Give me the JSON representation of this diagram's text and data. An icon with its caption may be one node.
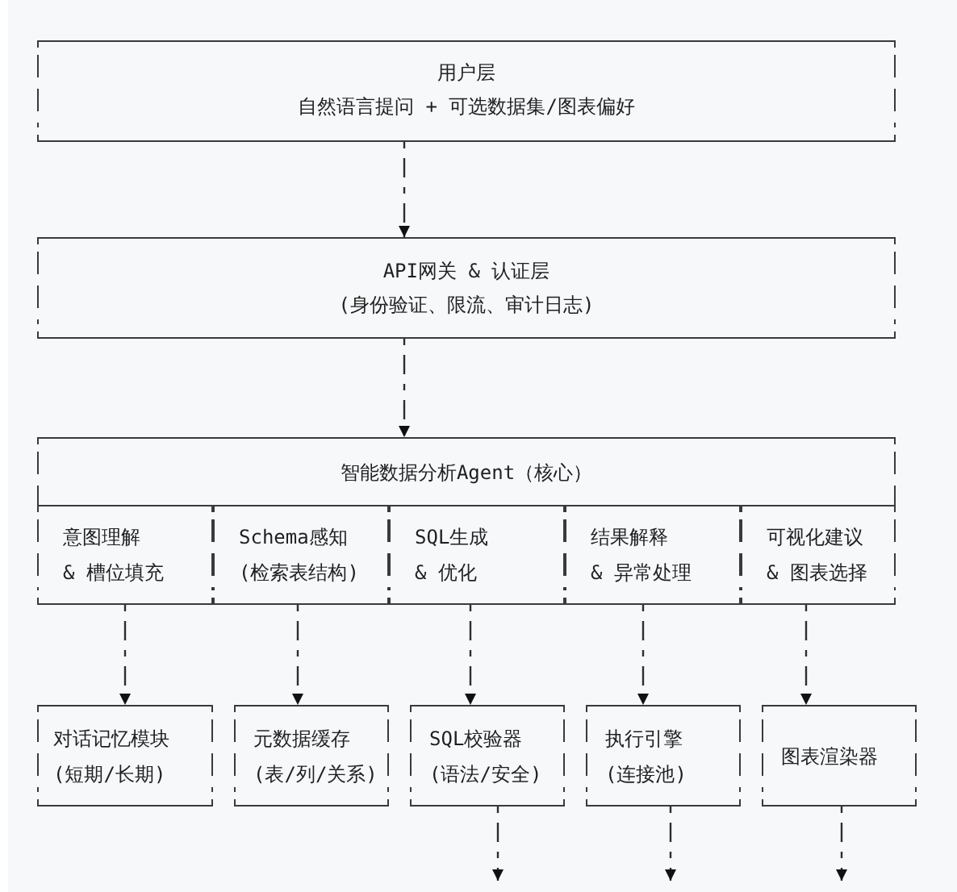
{
  "diagram": {
    "nodes": [
      {
        "text": [
          "用户层",
          "自然语言提问 + 可选数据集/图表偏好"
        ]
      },
      {
        "text": [
          "API网关 & 认证层",
          "(身份验证、限流、审计日志)"
        ]
      },
      {
        "text": [
          "智能数据分析Agent（核心）"
        ]
      },
      {
        "text": [
          "意图理解",
          "& 槽位填充"
        ],
        "in": 2
      },
      {
        "text": [
          "Schema感知",
          "(检索表结构)"
        ],
        "in": 2
      },
      {
        "text": [
          "SQL生成",
          "& 优化"
        ],
        "in": 2
      },
      {
        "text": [
          "结果解释",
          "& 异常处理"
        ],
        "in": 2
      },
      {
        "text": [
          "可视化建议",
          "& 图表选择"
        ],
        "in": 2
      },
      {
        "text": [
          "对话记忆模块",
          "(短期/长期)"
        ]
      },
      {
        "text": [
          "元数据缓存",
          "(表/列/关系)"
        ]
      },
      {
        "text": [
          "SQL校验器",
          "(语法/安全)"
        ]
      },
      {
        "text": [
          "执行引擎",
          "(连接池)"
        ]
      },
      {
        "text": [
          "图表渲染器"
        ]
      }
    ],
    "edges": [
      {
        "from": 0,
        "to": 1,
        "arrow": "to",
        "style": "dashed"
      },
      {
        "from": 1,
        "to": 2,
        "arrow": "to",
        "style": "dashed"
      },
      {
        "from": 3,
        "to": 8,
        "arrow": "to",
        "style": "dashed"
      },
      {
        "from": 4,
        "to": 9,
        "arrow": "to",
        "style": "dashed"
      },
      {
        "from": 5,
        "to": 10,
        "arrow": "to",
        "style": "dashed"
      },
      {
        "from": 6,
        "to": 11,
        "arrow": "to",
        "style": "dashed"
      },
      {
        "from": 7,
        "to": 12,
        "arrow": "to",
        "style": "dashed"
      },
      {
        "from": 10,
        "to": null,
        "arrow": "to",
        "style": "dashed"
      },
      {
        "from": 11,
        "to": null,
        "arrow": "to",
        "style": "dashed"
      },
      {
        "from": 12,
        "to": null,
        "arrow": "to",
        "style": "dashed"
      }
    ]
  }
}
